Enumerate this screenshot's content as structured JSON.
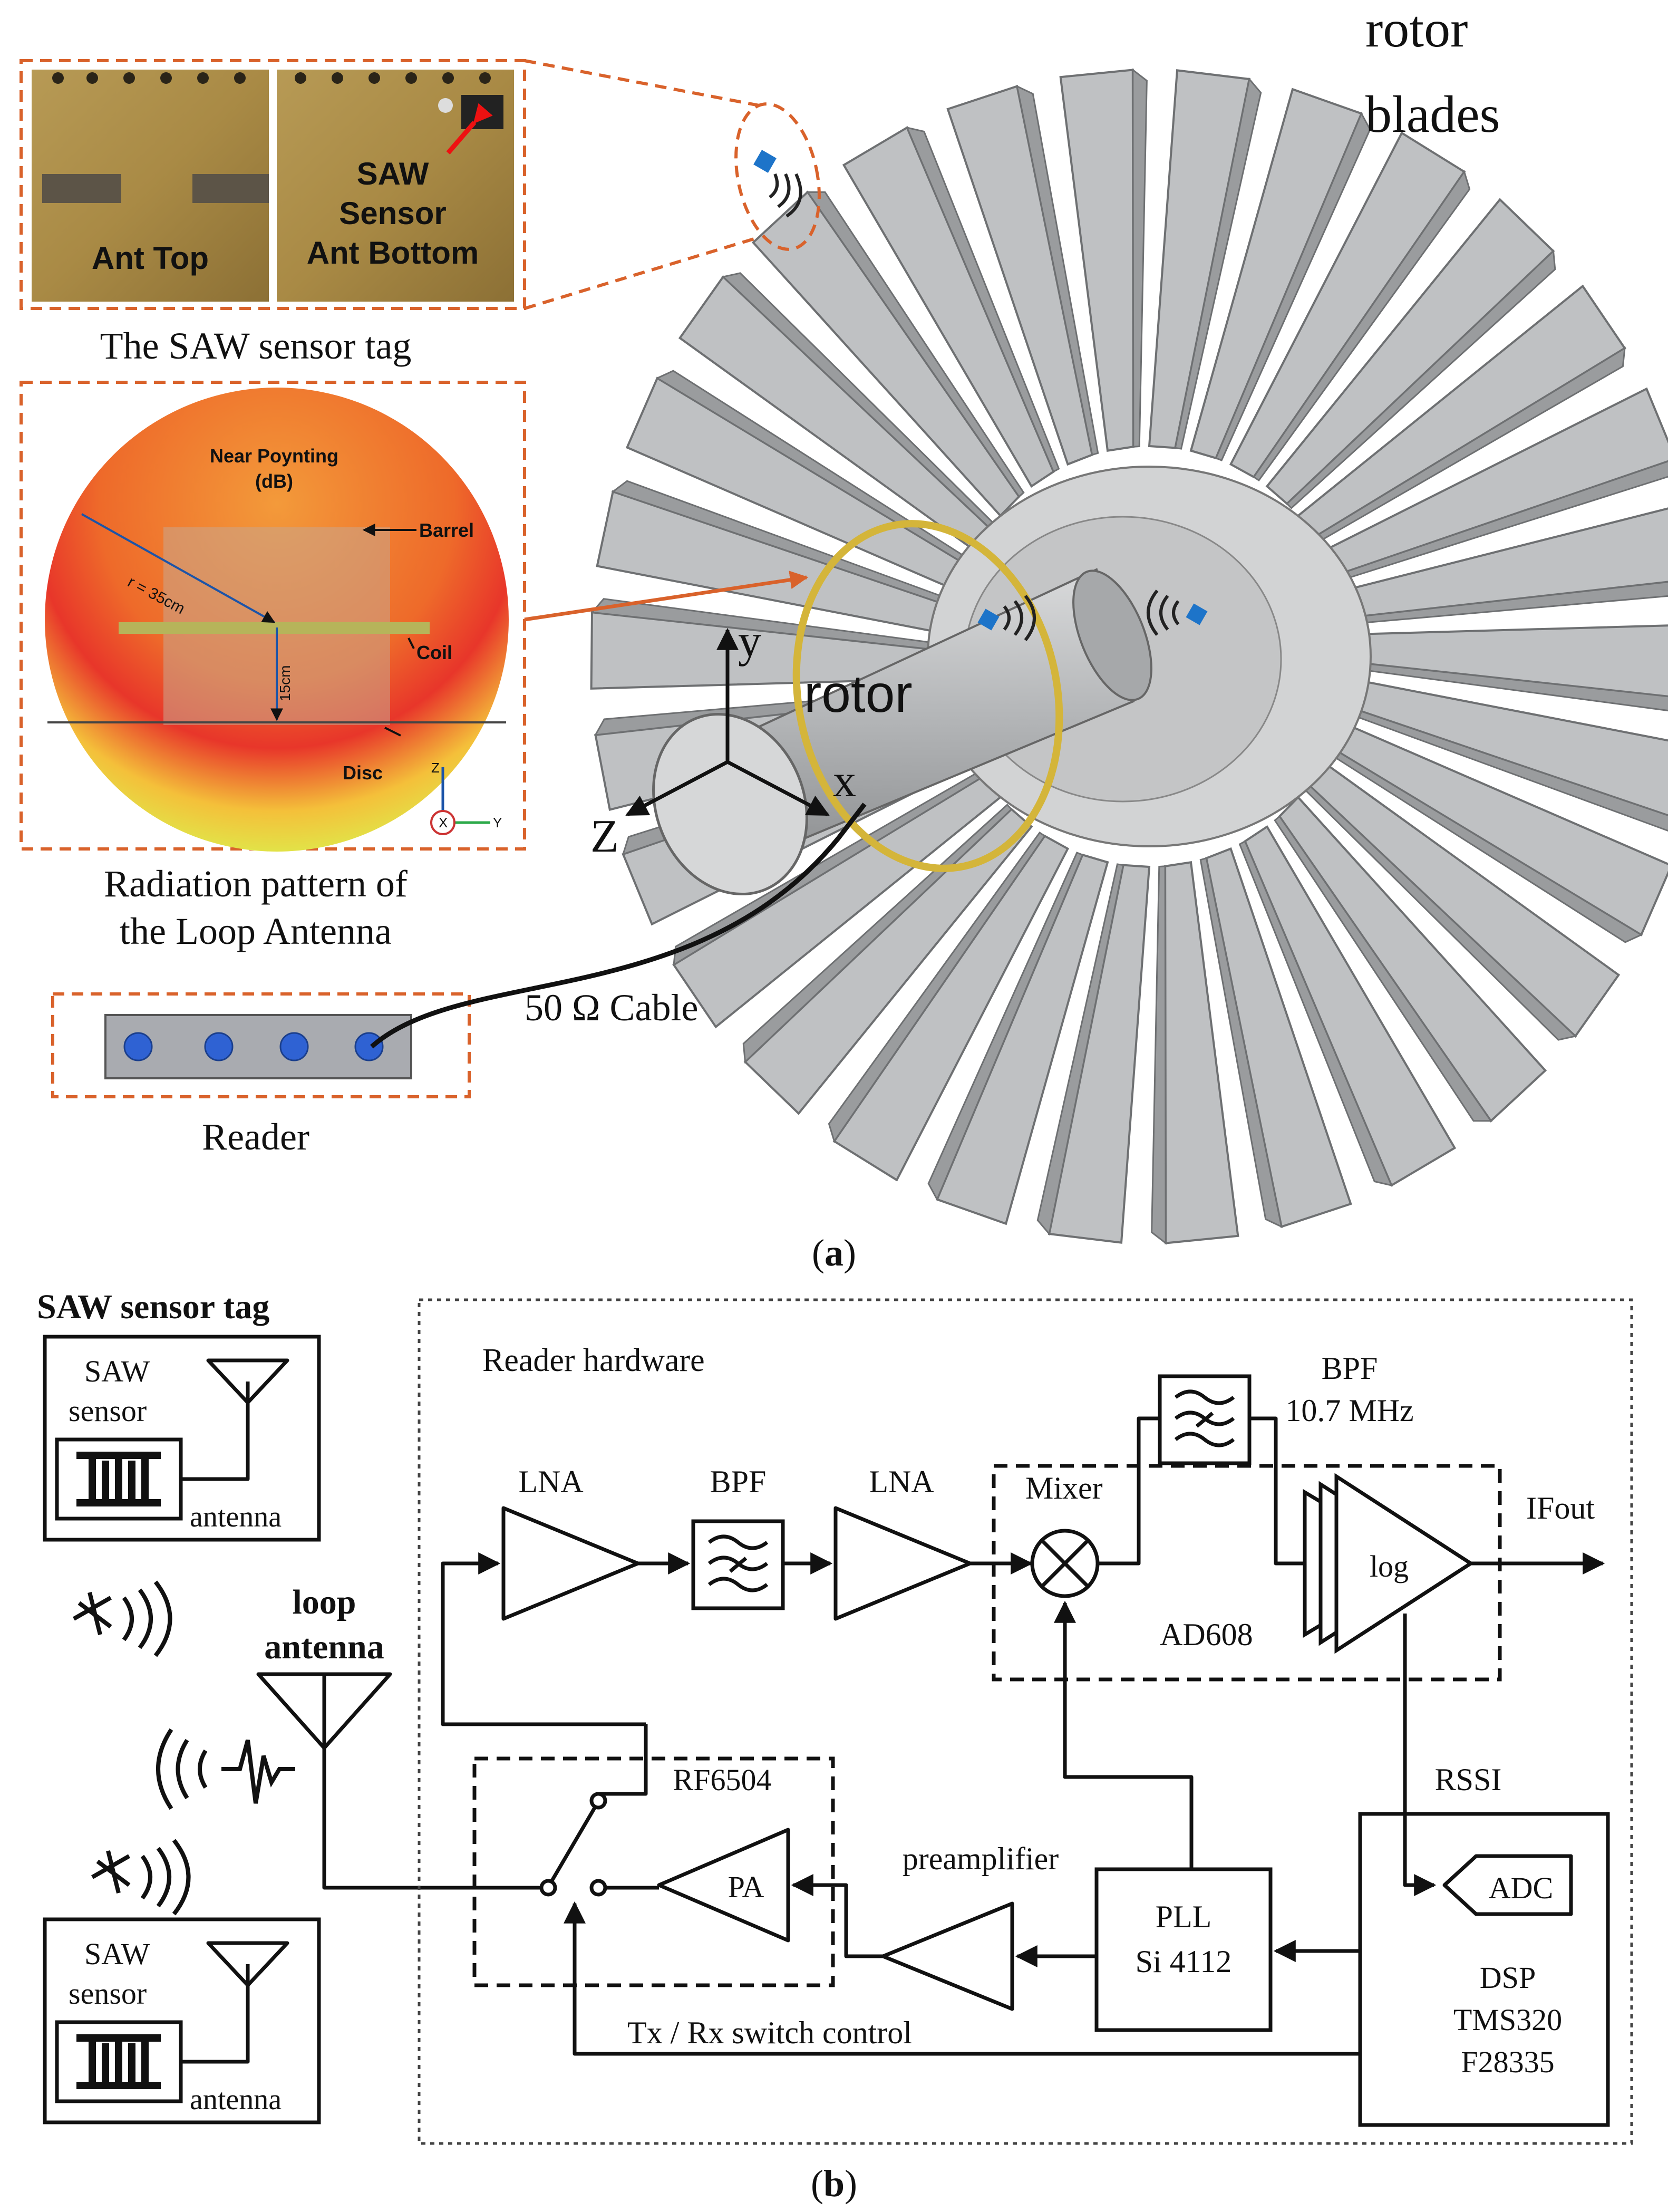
{
  "panel_a": {
    "caption_letter": "a",
    "rotor_blades_line1": "rotor",
    "rotor_blades_line2": "blades",
    "rotor_label": "rotor",
    "axis_x": "x",
    "axis_y": "y",
    "axis_z": "Z",
    "saw_tag": {
      "ant_top": "Ant Top",
      "saw_line1": "SAW",
      "saw_line2": "Sensor",
      "saw_line3": "Ant Bottom",
      "caption": "The SAW sensor tag"
    },
    "radiation": {
      "title_line1": "Near Poynting",
      "title_line2": "(dB)",
      "radius": "r = 35cm",
      "height": "15cm",
      "barrel": "Barrel",
      "coil": "Coil",
      "disc": "Disc",
      "axis_z": "Z",
      "axis_x": "X",
      "axis_y": "Y",
      "caption_line1": "Radiation pattern of",
      "caption_line2": "the Loop Antenna"
    },
    "cable_label": "50 Ω Cable",
    "reader_label": "Reader",
    "colors": {
      "orange_accent": "#d9622b",
      "blade_gray": "#bfc1c3",
      "loop_gold": "#d4b53a",
      "sensor_blue": "#1d74c9"
    }
  },
  "panel_b": {
    "caption_letter": "b",
    "saw_sensor_tag_title": "SAW sensor tag",
    "tag_top": {
      "sensor_line1": "SAW",
      "sensor_line2": "sensor",
      "antenna": "antenna"
    },
    "tag_bottom": {
      "sensor_line1": "SAW",
      "sensor_line2": "sensor",
      "antenna": "antenna"
    },
    "loop_antenna_line1": "loop",
    "loop_antenna_line2": "antenna",
    "reader_hardware": "Reader hardware",
    "lna1": "LNA",
    "bpf1": "BPF",
    "lna2": "LNA",
    "mixer": "Mixer",
    "bpf2_line1": "BPF",
    "bpf2_line2": "10.7 MHz",
    "log": "log",
    "ifout": "IFout",
    "ad608": "AD608",
    "rssi": "RSSI",
    "rf6504": "RF6504",
    "pa": "PA",
    "preamplifier": "preamplifier",
    "pll_line1": "PLL",
    "pll_line2": "Si 4112",
    "adc": "ADC",
    "dsp_line1": "DSP",
    "dsp_line2": "TMS320",
    "dsp_line3": "F28335",
    "switch_control": "Tx / Rx switch control"
  }
}
